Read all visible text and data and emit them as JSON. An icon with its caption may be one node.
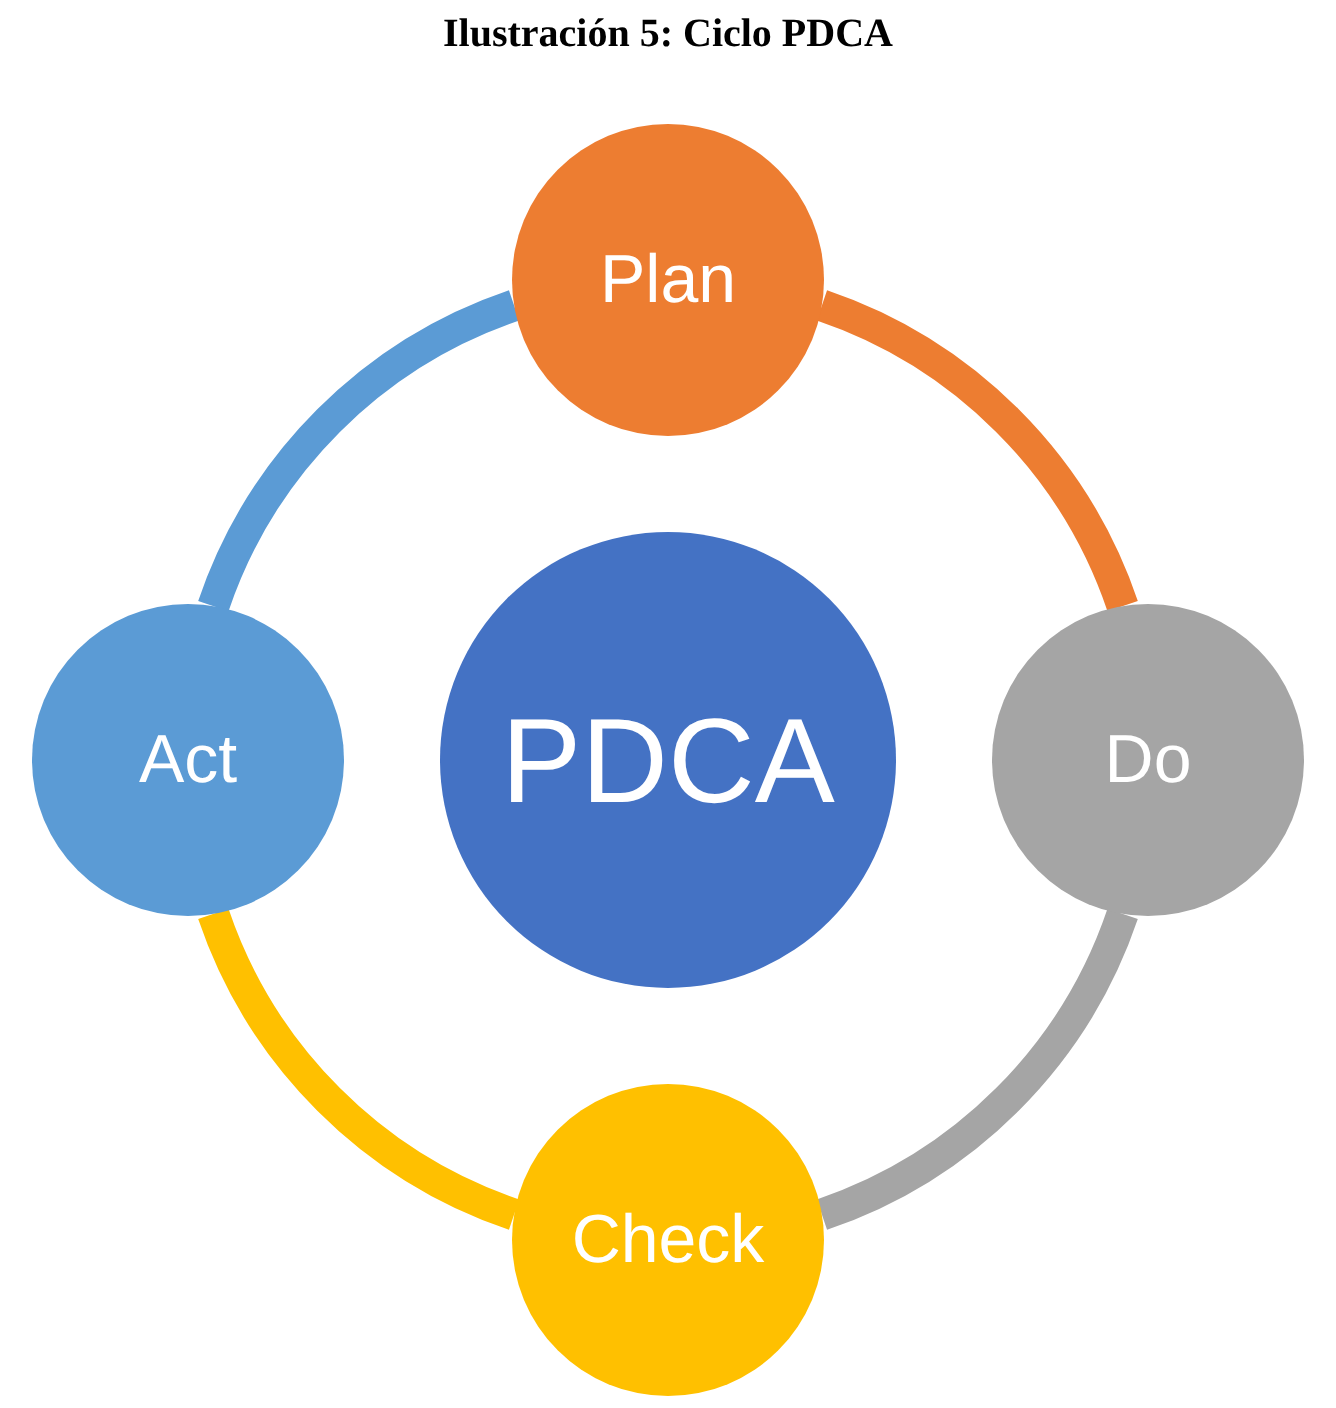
{
  "diagram": {
    "title": "Ilustración 5: Ciclo PDCA",
    "nodes": [
      {
        "text": [
          "Plan"
        ]
      },
      {
        "text": [
          "Act"
        ]
      },
      {
        "text": [
          "PDCA"
        ]
      },
      {
        "text": [
          "Do"
        ]
      },
      {
        "text": [
          "Check"
        ]
      }
    ],
    "edges": [
      {
        "from": 0,
        "to": 3,
        "arrow": "none",
        "color": "#ed7d31"
      },
      {
        "from": 3,
        "to": 4,
        "arrow": "none",
        "color": "#a5a5a5"
      },
      {
        "from": 4,
        "to": 1,
        "arrow": "none",
        "color": "#ffc000"
      },
      {
        "from": 1,
        "to": 0,
        "arrow": "none",
        "color": "#5b9bd5"
      }
    ]
  }
}
